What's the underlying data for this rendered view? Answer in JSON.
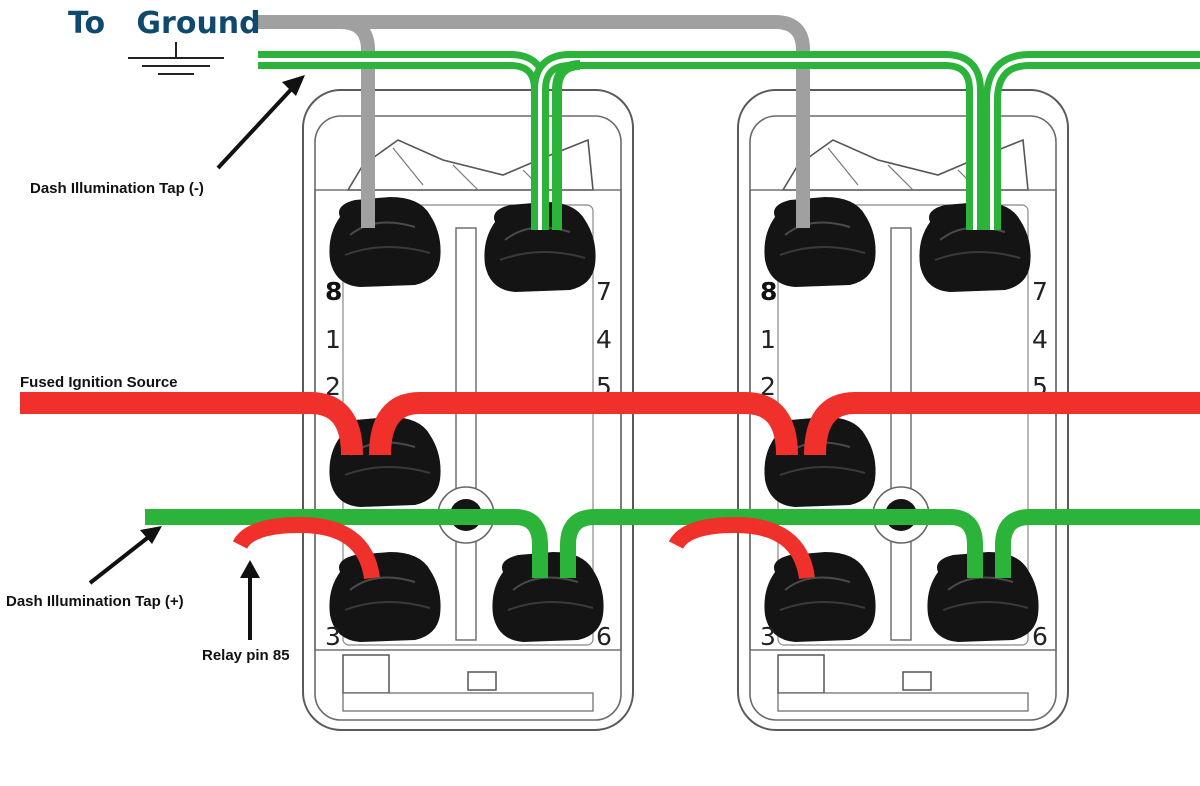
{
  "title": "To   Ground",
  "labels": {
    "dash_minus": "Dash Illumination Tap (-)",
    "fused": "Fused Ignition Source",
    "dash_plus": "Dash Illumination Tap (+)",
    "relay": "Relay pin 85"
  },
  "pins": {
    "p8": "8",
    "p1": "1",
    "p2": "2",
    "p3": "3",
    "p7": "7",
    "p4": "4",
    "p5": "5",
    "p6": "6"
  },
  "colors": {
    "ground_wire": "#a0a0a0",
    "illumination_wire": "#2bb33a",
    "power_wire": "#f0302a",
    "terminal": "#141414",
    "title": "#0f4a6e"
  }
}
